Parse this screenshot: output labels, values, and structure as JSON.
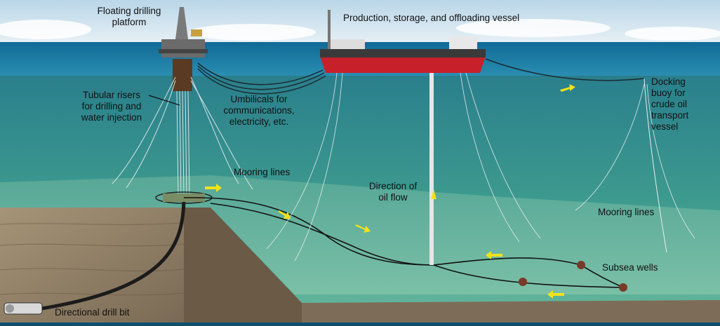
{
  "labels": {
    "floating_platform": "Floating drilling\nplatform",
    "fpso": "Production, storage, and offloading vessel",
    "risers": "Tubular risers\nfor drilling and\nwater injection",
    "umbilicals": "Umbilicals for\ncommunications,\nelectricity, etc.",
    "docking_buoy": "Docking\nbuoy for\ncrude oil\ntransport\nvessel",
    "mooring_lines_left": "Mooring lines",
    "oil_flow": "Direction of\noil flow",
    "mooring_lines_right": "Mooring lines",
    "subsea_wells": "Subsea wells",
    "drill_bit": "Directional drill bit"
  },
  "colors": {
    "sky": "#cfe3ef",
    "sea_surface": "#1f7fa8",
    "deep_water": "#2f8a86",
    "seafloor": "#6fb7a0",
    "rock": "#8c7a64",
    "vessel_hull": "#c8202a",
    "arrow": "#f2e21a"
  }
}
